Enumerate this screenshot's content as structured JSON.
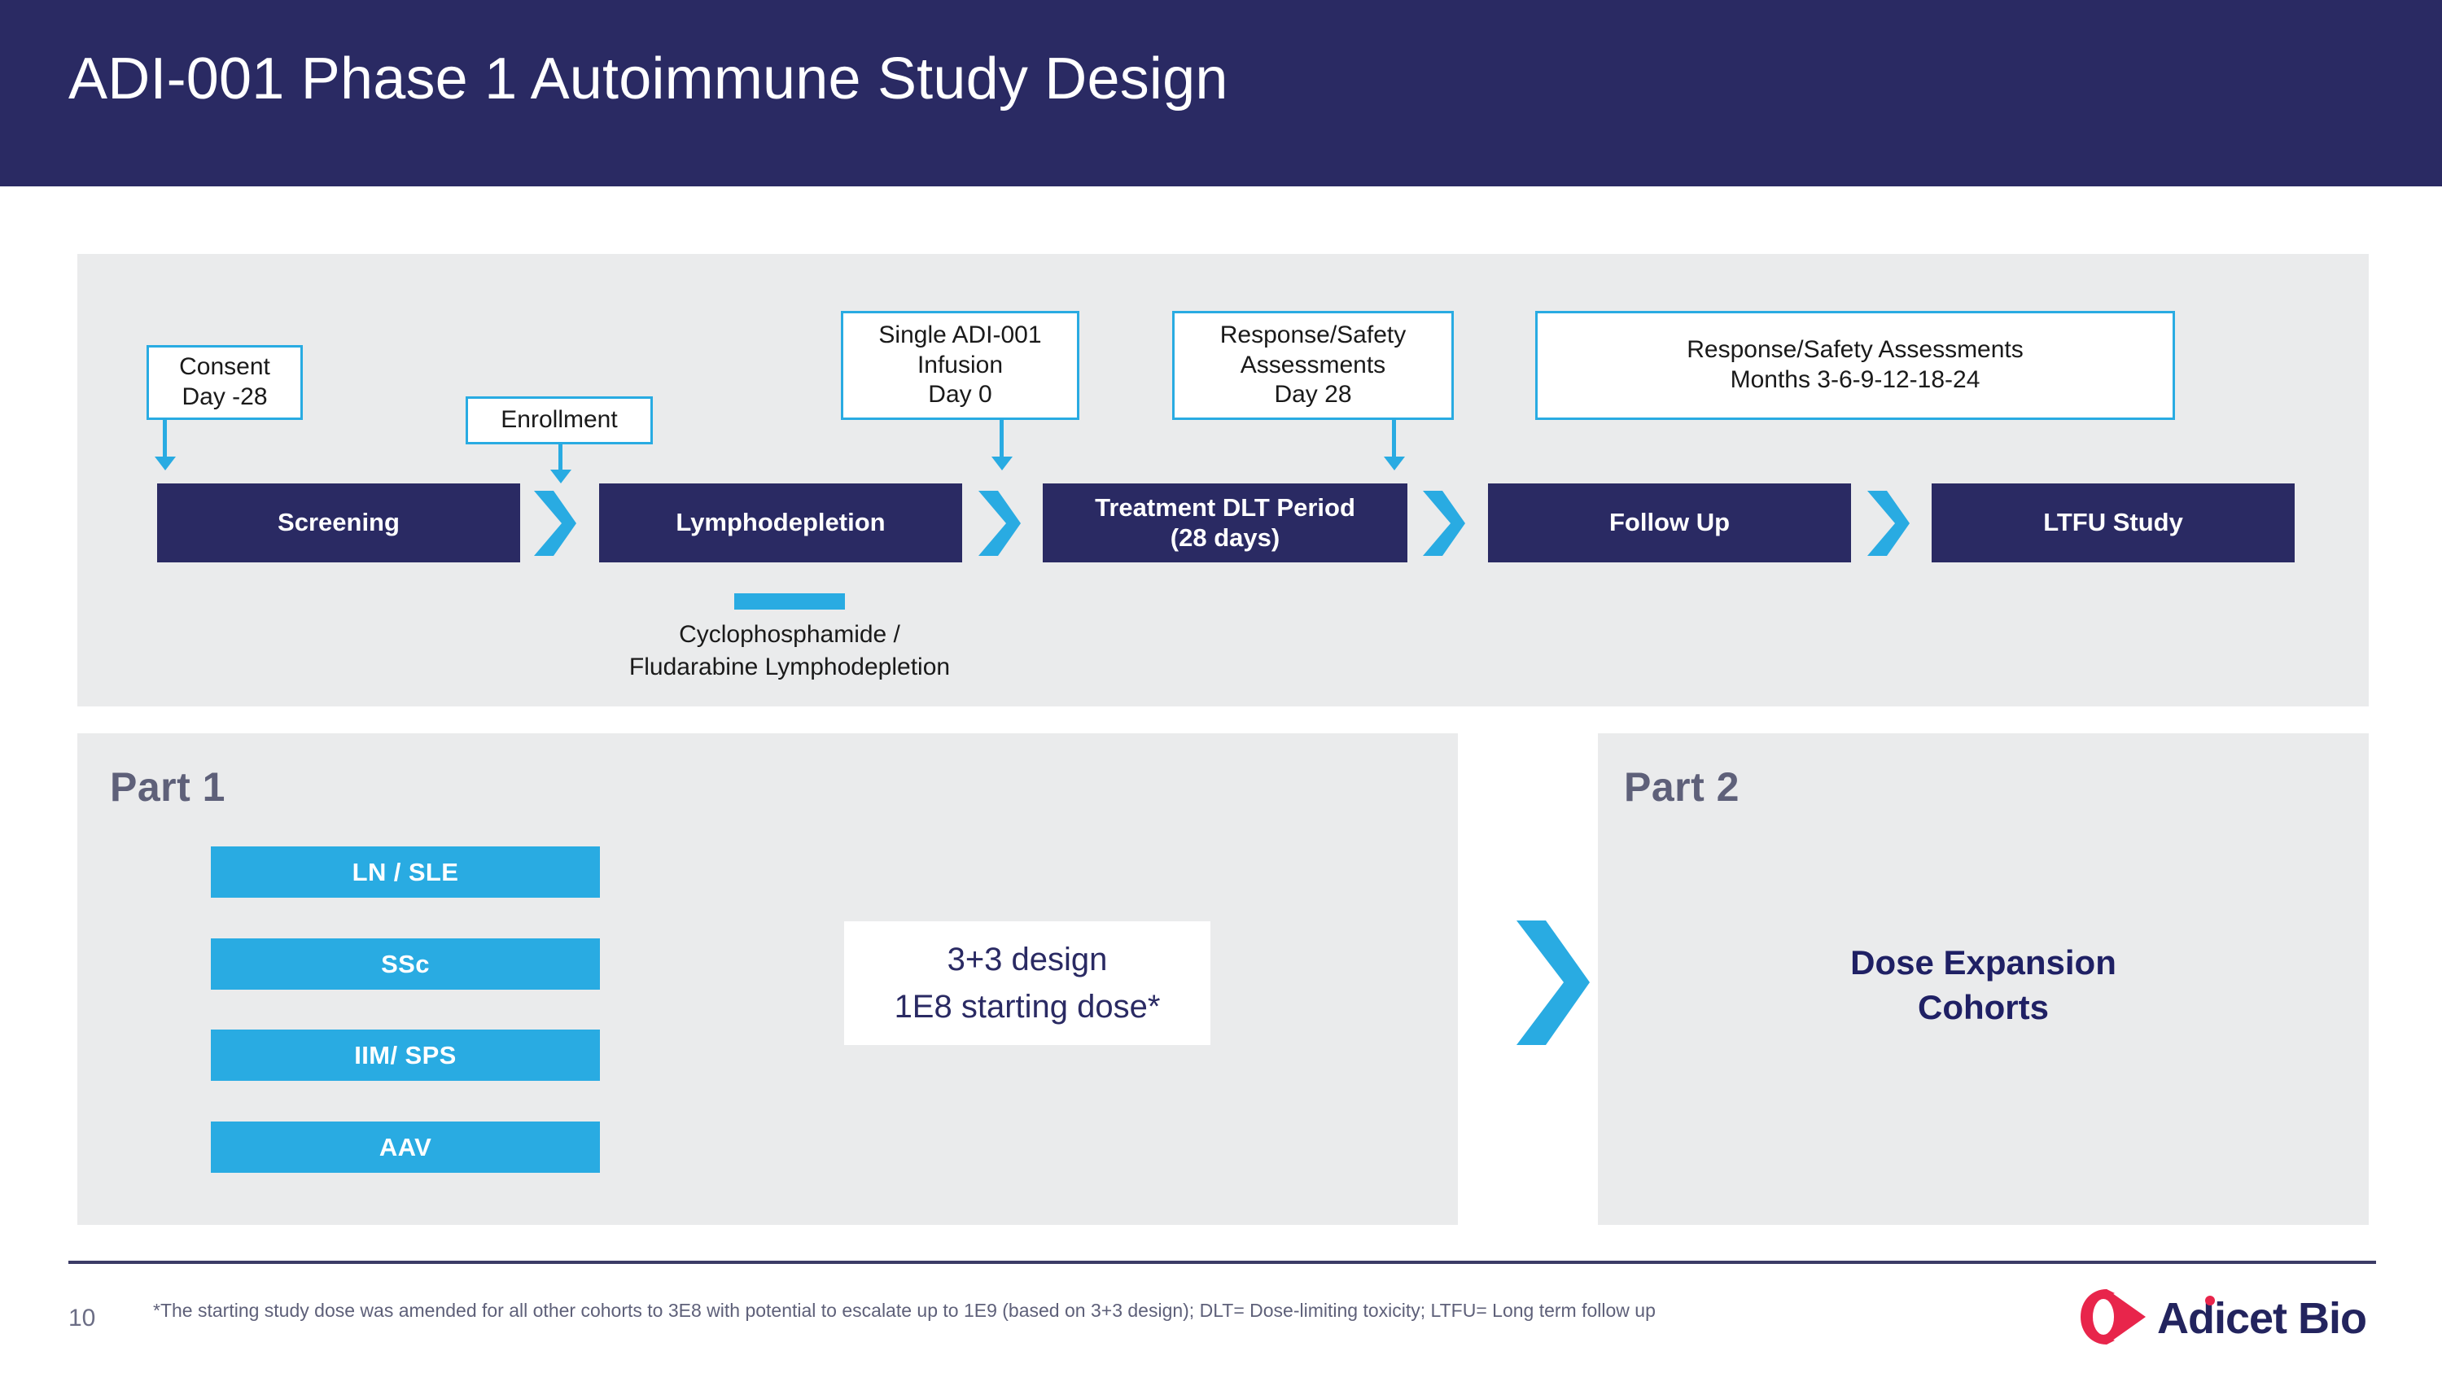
{
  "slide": {
    "title": "ADI-001 Phase 1 Autoimmune Study Design",
    "page_number": "10"
  },
  "colors": {
    "navy": "#2a2a63",
    "cyan": "#29ABE2",
    "panel_gray": "#eaebec",
    "heading_gray": "#5e6079",
    "logo_red": "#E8254B"
  },
  "timeline": {
    "stages": [
      {
        "label": "Screening"
      },
      {
        "label": "Lymphodepletion"
      },
      {
        "label": "Treatment DLT Period\n(28 days)",
        "line1": "Treatment DLT Period",
        "line2": "(28 days)"
      },
      {
        "label": "Follow Up"
      },
      {
        "label": "LTFU Study"
      }
    ],
    "callouts": [
      {
        "line1": "Consent",
        "line2": "Day -28",
        "line3": ""
      },
      {
        "line1": "Enrollment",
        "line2": "",
        "line3": ""
      },
      {
        "line1": "Single ADI-001",
        "line2": "Infusion",
        "line3": "Day 0"
      },
      {
        "line1": "Response/Safety",
        "line2": "Assessments",
        "line3": "Day 28"
      },
      {
        "line1": "Response/Safety Assessments",
        "line2": "Months 3-6-9-12-18-24",
        "line3": ""
      }
    ],
    "lymphodepletion_note": {
      "line1": "Cyclophosphamide /",
      "line2": "Fludarabine Lymphodepletion"
    }
  },
  "part1": {
    "heading": "Part 1",
    "cohorts": [
      {
        "label": "LN / SLE"
      },
      {
        "label": "SSc"
      },
      {
        "label": "IIM/ SPS"
      },
      {
        "label": "AAV"
      }
    ],
    "design": {
      "line1": "3+3 design",
      "line2": "1E8 starting dose*"
    }
  },
  "part2": {
    "heading": "Part  2",
    "content": {
      "line1": "Dose Expansion",
      "line2": "Cohorts"
    }
  },
  "footer": {
    "footnote": "*The starting study dose was amended for all other cohorts to 3E8 with potential to escalate up to 1E9 (based on 3+3 design); DLT= Dose-limiting toxicity; LTFU= Long term follow up",
    "logo_text": "Adicet Bio"
  }
}
